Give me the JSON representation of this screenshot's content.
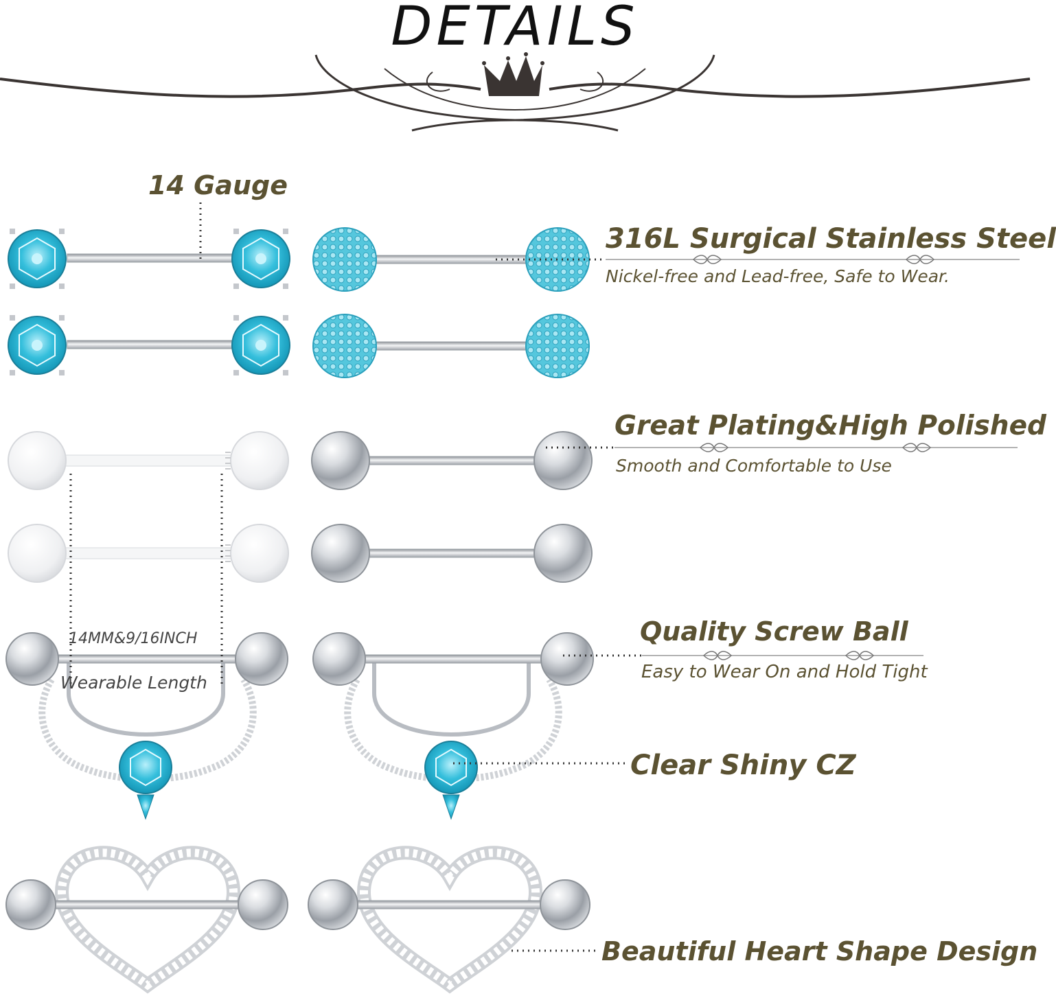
{
  "header": {
    "title": "DETAILS"
  },
  "labels": {
    "gauge": "14 Gauge",
    "steel_title": "316L Surgical Stainless Steel",
    "steel_sub": "Nickel-free and Lead-free, Safe to Wear.",
    "plating_title": "Great Plating&High Polished",
    "plating_sub": "Smooth and Comfortable to Use",
    "size": "14MM&9/16INCH",
    "length": "Wearable Length",
    "screw_title": "Quality Screw Ball",
    "screw_sub": "Easy to Wear On and Hold Tight",
    "cz": "Clear Shiny CZ",
    "heart": "Beautiful Heart Shape Design"
  },
  "colors": {
    "label_text": "#5b5232",
    "gem_aqua": "#2bb4d3",
    "steel": "#b8bcc2",
    "acrylic": "#e9eaec"
  }
}
